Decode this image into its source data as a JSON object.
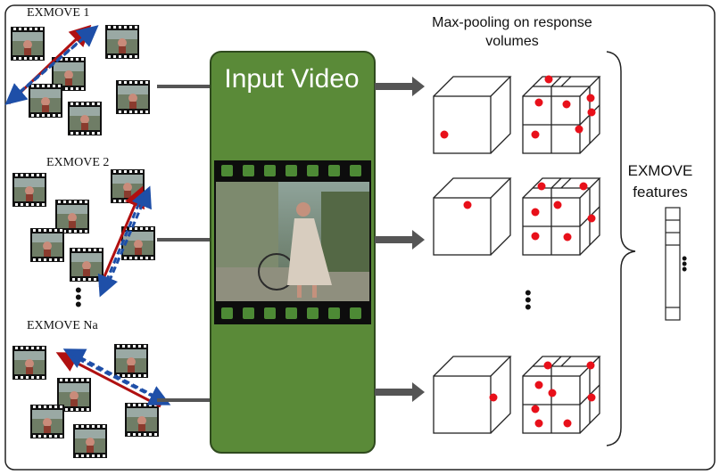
{
  "labels": {
    "exmove_1": "EXMOVE 1",
    "exmove_2": "EXMOVE 2",
    "exmove_na": "EXMOVE Na",
    "input_video": "Input Video",
    "max_pooling": "Max-pooling on response volumes",
    "exmove_features": "EXMOVE features",
    "vdots": "•\n•\n•"
  },
  "colors": {
    "panel_green": "#5a8a38",
    "panel_border": "#2f4a1e",
    "arrow_gray": "#555555",
    "red_arrow": "#b01010",
    "blue_dashed": "#1e4fa8",
    "response_dot": "#e8101a"
  }
}
